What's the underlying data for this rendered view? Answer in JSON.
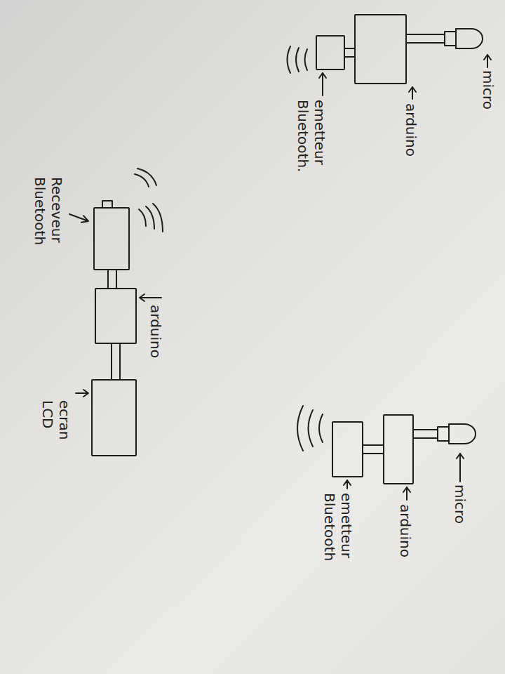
{
  "diagram": {
    "nodes": [
      {
        "text": [
          "micro"
        ]
      },
      {
        "text": [
          "arduino"
        ]
      },
      {
        "text": [
          "emetteur Bluetooth."
        ]
      },
      {
        "text": [
          "Receveur Bluetooth"
        ]
      },
      {
        "text": [
          "arduino"
        ]
      },
      {
        "text": [
          "ecran LCD"
        ]
      },
      {
        "text": [
          "micro"
        ]
      },
      {
        "text": [
          "arduino"
        ]
      },
      {
        "text": [
          "emetteur Bluetooth"
        ]
      }
    ],
    "edges": [
      {
        "from": 0,
        "to": 1,
        "arrow": "none"
      },
      {
        "from": 1,
        "to": 2,
        "arrow": "none"
      },
      {
        "from": 3,
        "to": 4,
        "arrow": "none"
      },
      {
        "from": 4,
        "to": 5,
        "arrow": "none"
      },
      {
        "from": 6,
        "to": 7,
        "arrow": "none"
      },
      {
        "from": 7,
        "to": 8,
        "arrow": "none"
      }
    ]
  }
}
